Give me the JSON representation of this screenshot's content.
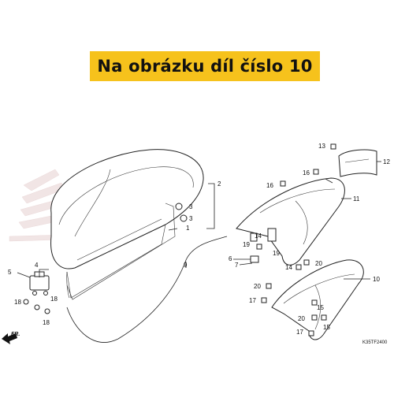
{
  "banner": {
    "text": "Na obrázku díl číslo 10",
    "color": "#f6c21c"
  },
  "callouts": {
    "c1": "1",
    "c2": "2",
    "c3a": "3",
    "c3b": "3",
    "c4": "4",
    "c5": "5",
    "c6": "6",
    "c7": "7",
    "c9": "9",
    "c10": "10",
    "c11": "11",
    "c12": "12",
    "c13": "13",
    "c14a": "14",
    "c14b": "14",
    "c15a": "15",
    "c15b": "15",
    "c16a": "16",
    "c16b": "16",
    "c17a": "17",
    "c17b": "17",
    "c18a": "18",
    "c18b": "18",
    "c18c": "18",
    "c19a": "19",
    "c19b": "19",
    "c20a": "20",
    "c20b": "20",
    "c20c": "20"
  },
  "direction_label": "FR.",
  "diagram_code": "K35TF2400"
}
